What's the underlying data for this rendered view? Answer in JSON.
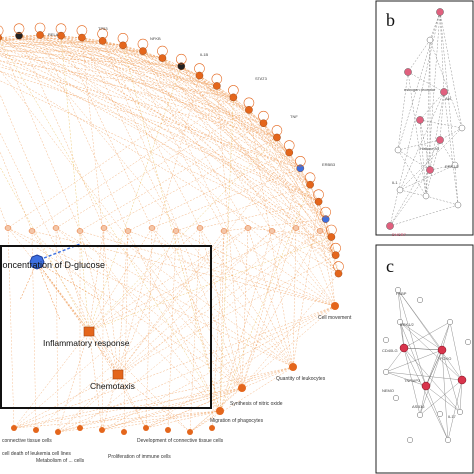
{
  "panel_a": {
    "central_node": "concentration of D-glucose",
    "functions": [
      "Inflammatory response",
      "Chemotaxis",
      "Synthesis of nitric oxide",
      "Migration of phagocytes",
      "Quantity of leukocytes",
      "Cell movement",
      "Development of connective tissue cells",
      "Proliferation of immune cells",
      "cell death of leukemia cell lines",
      "connective tissue cells",
      "Metabolism of ... cells"
    ],
    "arc_labels": [
      "RELA",
      "TP53",
      "NFKB",
      "IL1B",
      "STAT3",
      "TNF",
      "ERBB3"
    ]
  },
  "panel_b": {
    "letter": "b",
    "labels": [
      "estrogen receptor",
      "Akt",
      "Histone h3",
      "ERK1/2",
      "IL1",
      "DHCR7"
    ]
  },
  "panel_c": {
    "letter": "c",
    "labels": [
      "FKBP",
      "ERK1/2",
      "CD40LG",
      "FOXO",
      "TNFAIP3",
      "ASB16",
      "NEMO",
      "IL17"
    ]
  },
  "colors": {
    "orange_node": "#e4661c",
    "orange_edge": "#f0a364",
    "yellow_edge": "#e8b84a",
    "blue_node": "#3d6fe0",
    "pink_node": "#e0607e",
    "red_node": "#d8344c",
    "frame": "#111111",
    "panel_border": "#222222"
  }
}
